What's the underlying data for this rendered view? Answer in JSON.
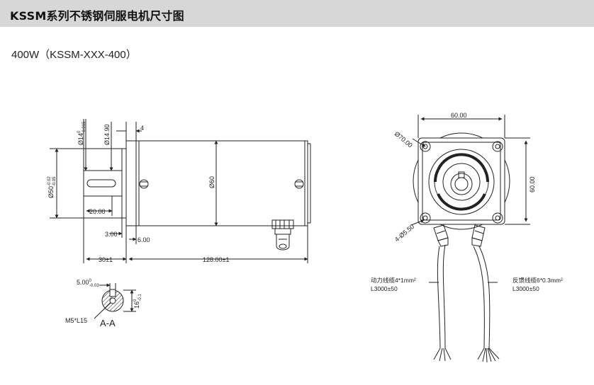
{
  "header": {
    "title": "KSSM系列不锈钢伺服电机尺寸图"
  },
  "model": {
    "label": "400W（KSSM-XXX-400）"
  },
  "side_view": {
    "dim_shaft": "Ø14",
    "dim_shaft_tol_upper": "0",
    "dim_shaft_tol_lower": "-0.015",
    "dim_shoulder": "Ø14.90",
    "dim_flange_thk": "4",
    "dim_pilot": "Ø50",
    "dim_pilot_tol_upper": "-0.02",
    "dim_pilot_tol_lower": "-0.05",
    "dim_body_dia": "Ø60",
    "dim_key_len": "20.00",
    "dim_key_offset": "3.00",
    "dim_step": "6.00",
    "dim_shaft_len": "30±1",
    "dim_body_len": "128.00±1"
  },
  "section_view": {
    "dim_key_width": "5.00",
    "dim_key_tol_upper": "0",
    "dim_key_tol_lower": "-0.03",
    "dim_key_depth": "16",
    "dim_key_depth_tol_upper": "0",
    "dim_key_depth_tol_lower": "-0.1",
    "thread": "M5*L15",
    "label": "A-A"
  },
  "front_view": {
    "dim_square": "60.00",
    "dim_square_v": "60.00",
    "dim_bolt_circle": "Ø70.00",
    "dim_holes": "4-Ø5.50"
  },
  "cables": {
    "power_label": "动力线缆4*1mm²",
    "power_len": "L3000±50",
    "feedback_label": "反馈线缆6*0.3mm²",
    "feedback_len": "L3000±50"
  }
}
